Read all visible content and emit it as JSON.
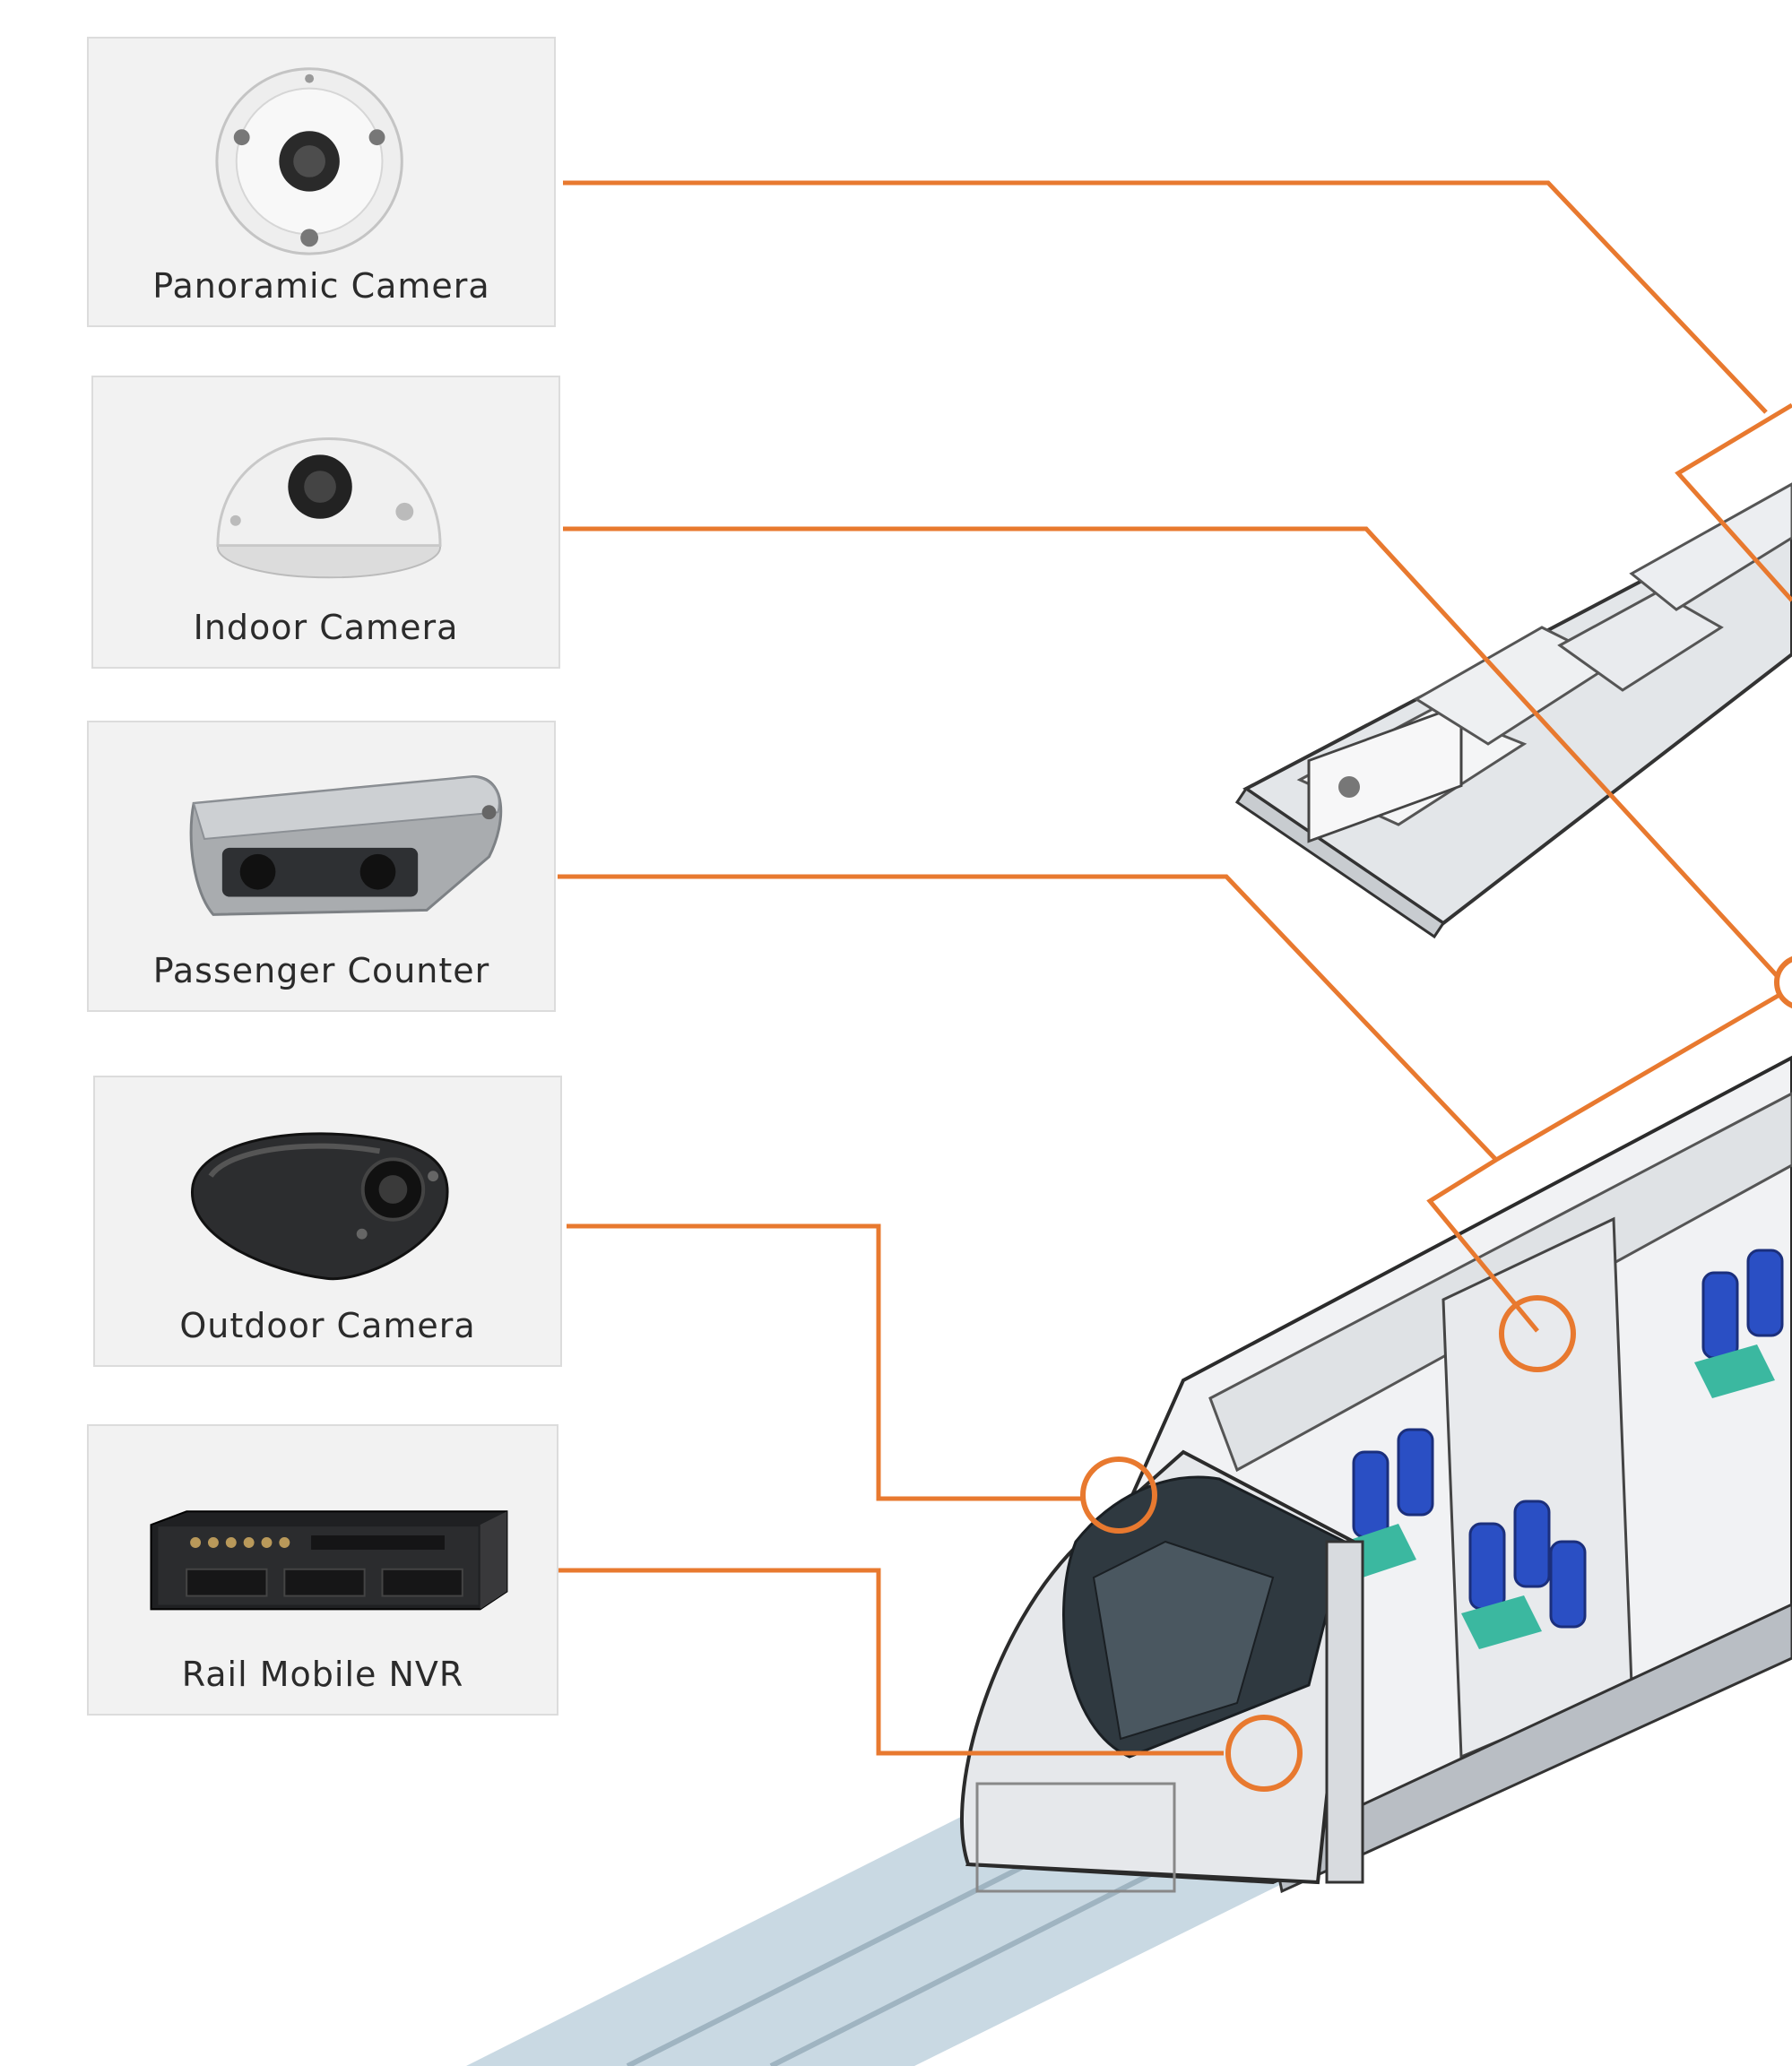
{
  "products": [
    {
      "id": "panoramic",
      "label": "Panoramic Camera",
      "icon": "panoramic-camera-icon"
    },
    {
      "id": "indoor",
      "label": "Indoor Camera",
      "icon": "indoor-camera-icon"
    },
    {
      "id": "counter",
      "label": "Passenger Counter",
      "icon": "passenger-counter-icon"
    },
    {
      "id": "outdoor",
      "label": "Outdoor Camera",
      "icon": "outdoor-camera-icon"
    },
    {
      "id": "nvr",
      "label": "Rail Mobile NVR",
      "icon": "rail-mobile-nvr-icon"
    }
  ],
  "colors": {
    "connector": "#e8792f",
    "card_bg": "#f2f2f2",
    "card_border": "#dcdcdc",
    "seat_blue": "#2a4fc4",
    "seat_teal": "#3bb8a0",
    "track": "#c9d9e3",
    "cab_dark": "#2f3940"
  }
}
